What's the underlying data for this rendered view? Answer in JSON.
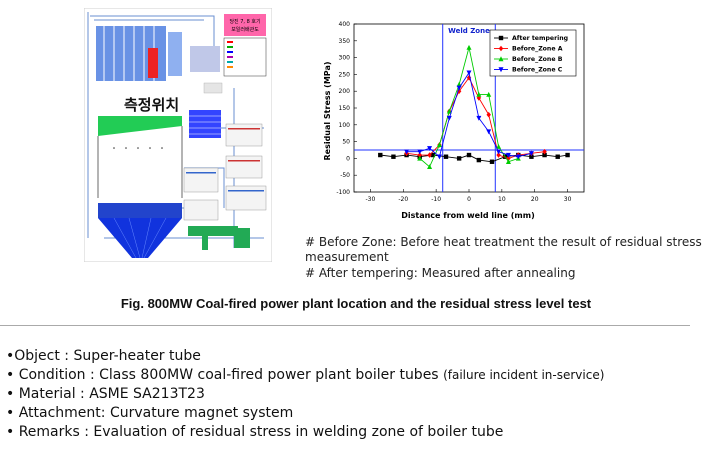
{
  "diagram": {
    "title_line1": "당진 7, 8 호기",
    "title_line2": "보일러배관도",
    "measure_label": "측정위치"
  },
  "chart_data": {
    "type": "line",
    "ylabel": "Residual Stress (MPa)",
    "xlabel": "Distance from weld line (mm)",
    "annotation": "Weld Zone",
    "xlim": [
      -35,
      35
    ],
    "ylim": [
      -100,
      400
    ],
    "xticks": [
      -30,
      -20,
      -10,
      0,
      10,
      20,
      30
    ],
    "yticks": [
      -100,
      -50,
      0,
      50,
      100,
      150,
      200,
      250,
      300,
      350,
      400
    ],
    "weld_zone": [
      -8,
      8
    ],
    "reference_line": 25,
    "legend_position": "top-right",
    "series": [
      {
        "name": "After tempering",
        "color": "#000000",
        "marker": "square",
        "x": [
          -27,
          -23,
          -19,
          -15,
          -11,
          -7,
          -3,
          0,
          3,
          7,
          11,
          15,
          19,
          23,
          27,
          30
        ],
        "y": [
          10,
          5,
          10,
          5,
          10,
          5,
          0,
          10,
          -5,
          -10,
          5,
          10,
          5,
          10,
          5,
          10
        ]
      },
      {
        "name": "Before_Zone A",
        "color": "#ff0000",
        "marker": "diamond",
        "x": [
          -19,
          -15,
          -12,
          -9,
          -6,
          -3,
          0,
          3,
          6,
          9,
          12,
          15,
          19,
          23
        ],
        "y": [
          15,
          10,
          10,
          40,
          140,
          200,
          240,
          180,
          130,
          10,
          0,
          10,
          15,
          20
        ]
      },
      {
        "name": "Before_Zone B",
        "color": "#00cc00",
        "marker": "triangle-up",
        "x": [
          -15,
          -12,
          -9,
          -6,
          -3,
          0,
          3,
          6,
          9,
          12,
          15
        ],
        "y": [
          0,
          -25,
          40,
          140,
          220,
          330,
          190,
          190,
          35,
          -10,
          0
        ]
      },
      {
        "name": "Before_Zone C",
        "color": "#0000ff",
        "marker": "triangle-down",
        "x": [
          -19,
          -15,
          -12,
          -9,
          -6,
          -3,
          0,
          3,
          6,
          9,
          12,
          15,
          19
        ],
        "y": [
          20,
          20,
          30,
          5,
          120,
          210,
          255,
          120,
          80,
          20,
          10,
          5,
          15
        ]
      }
    ]
  },
  "notes": [
    "# Before Zone: Before heat treatment the result of residual stress",
    "measurement",
    "# After tempering: Measured after annealing"
  ],
  "caption": "Fig. 800MW Coal-fired power plant location and the residual stress level test",
  "bullets": [
    {
      "text": "•Object : Super-heater tube",
      "small": ""
    },
    {
      "text": "• Condition : Class 800MW coal-fired power plant boiler tubes ",
      "small": "(failure incident in-service)"
    },
    {
      "text": "• Material : ASME SA213T23",
      "small": ""
    },
    {
      "text": "• Attachment: Curvature magnet system",
      "small": ""
    },
    {
      "text": "• Remarks : Evaluation of residual stress in welding zone of boiler tube",
      "small": ""
    }
  ]
}
